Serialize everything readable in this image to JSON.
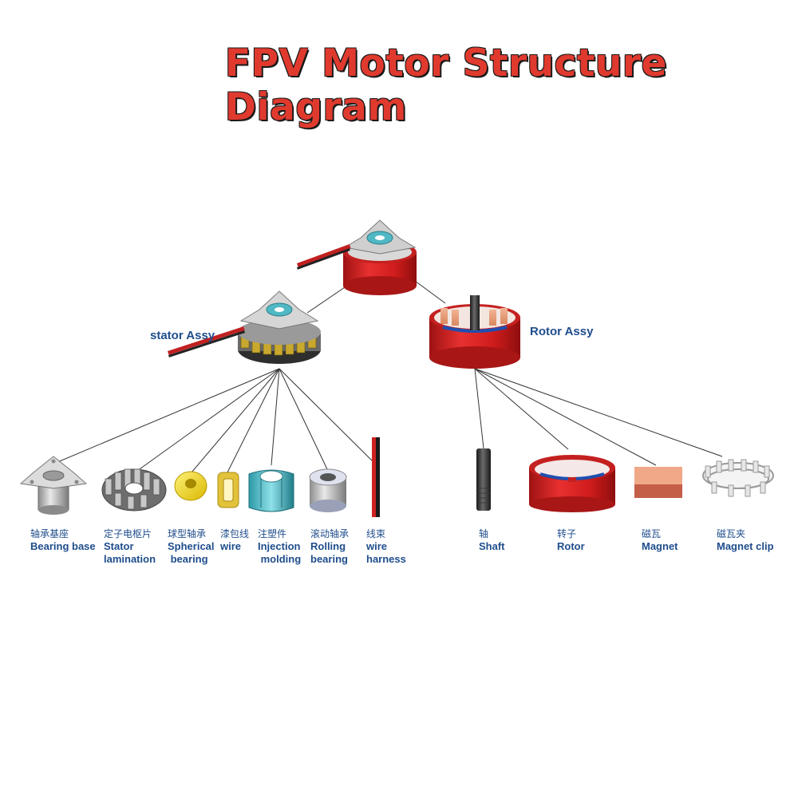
{
  "title": "FPV Motor Structure Diagram",
  "assemblies": {
    "stator": "stator Assy",
    "rotor": "Rotor Assy"
  },
  "parts": [
    {
      "cn": "轴承基座",
      "en": "Bearing base"
    },
    {
      "cn": "定子电枢片",
      "en": "Stator\nlamination"
    },
    {
      "cn": "球型轴承",
      "en": "Spherical\n bearing"
    },
    {
      "cn": "漆包线",
      "en": "wire"
    },
    {
      "cn": "注塑件",
      "en": "Injection\n molding"
    },
    {
      "cn": "滚动轴承",
      "en": "Rolling\nbearing"
    },
    {
      "cn": "线束",
      "en": "wire\nharness"
    },
    {
      "cn": "轴",
      "en": "Shaft"
    },
    {
      "cn": "转子",
      "en": "Rotor"
    },
    {
      "cn": "磁瓦",
      "en": "Magnet"
    },
    {
      "cn": "磁瓦夹",
      "en": "Magnet clip"
    }
  ],
  "colors": {
    "title": "#e03a2e",
    "label": "#1f4d8c",
    "rotor_red": "#d62424",
    "connector_line": "#333333"
  }
}
